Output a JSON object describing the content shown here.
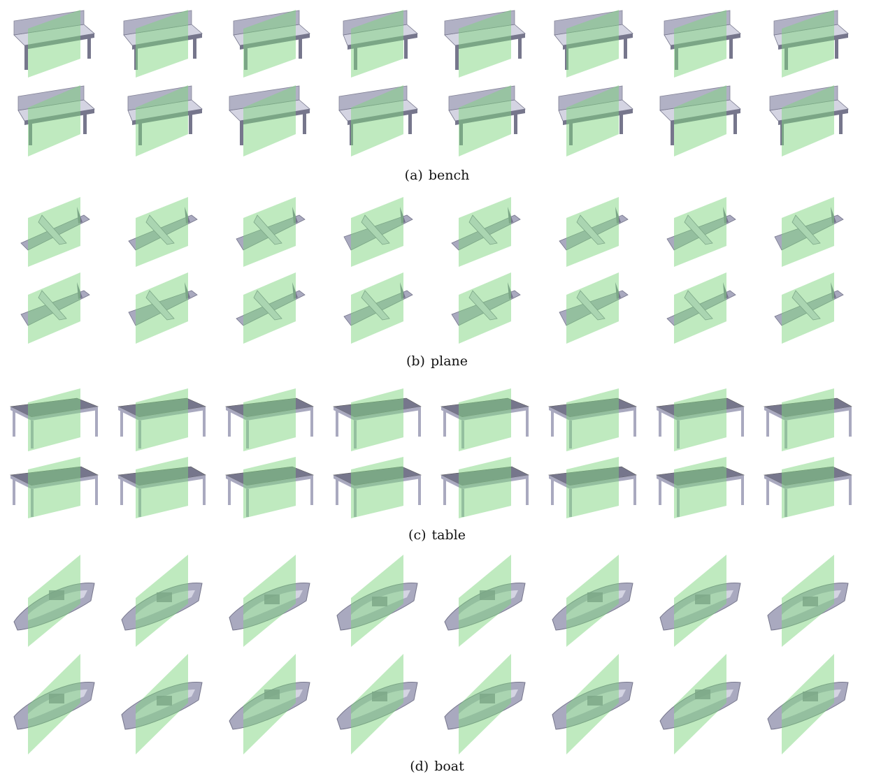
{
  "sections": [
    {
      "label": "(a)",
      "name": "bench",
      "kind": "bench",
      "count_per_row": 8
    },
    {
      "label": "(b)",
      "name": "plane",
      "kind": "plane",
      "count_per_row": 8
    },
    {
      "label": "(c)",
      "name": "table",
      "kind": "table",
      "count_per_row": 8
    },
    {
      "label": "(d)",
      "name": "boat",
      "kind": "boat",
      "count_per_row": 8
    }
  ],
  "colors": {
    "plane": "#7fd67f",
    "object": "#a9a9bf",
    "object_dark": "#76768c",
    "object_light": "#d4d4e2"
  }
}
